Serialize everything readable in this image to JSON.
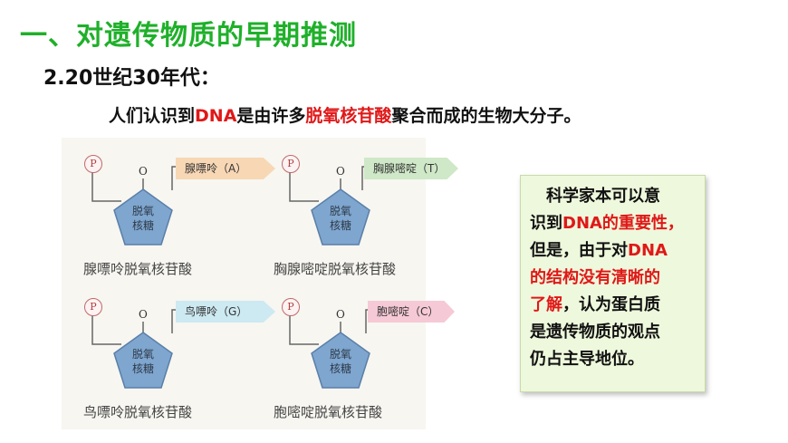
{
  "title": "一、对遗传物质的早期推测",
  "subtitle": "2.20世纪30年代：",
  "statement": {
    "part1": "人们认识到",
    "dna": "DNA",
    "part2": "是由许多",
    "nucleotide": "脱氧核苷酸",
    "part3": "聚合而成的生物大分子。"
  },
  "figure": {
    "phosphate": "P",
    "oxygen": "O",
    "sugar_top": "脱氧",
    "sugar_bottom": "核糖",
    "nucleotides": [
      {
        "base": "腺嘌呤（A）",
        "caption": "腺嘌呤脱氧核苷酸",
        "tag_color": "#f8d7b5"
      },
      {
        "base": "胸腺嘧啶（T）",
        "caption": "胸腺嘧啶脱氧核苷酸",
        "tag_color": "#cfe8c7"
      },
      {
        "base": "鸟嘌呤（G）",
        "caption": "鸟嘌呤脱氧核苷酸",
        "tag_color": "#cde9f2"
      },
      {
        "base": "胞嘧啶（C）",
        "caption": "胞嘧啶脱氧核苷酸",
        "tag_color": "#f6c9d6"
      }
    ],
    "pentagon_color": "#7ea6cf"
  },
  "note": {
    "l1": "科学家本可以意",
    "l2a": "识到",
    "l2b": "DNA的重要性，",
    "l3a": "但是，由于对",
    "l3b": "DNA",
    "l4": "的结构没有清晰的",
    "l5a": "了解",
    "l5b": "，认为蛋白质",
    "l6": "是遗传物质的观点",
    "l7": "仍占主导地位。"
  }
}
